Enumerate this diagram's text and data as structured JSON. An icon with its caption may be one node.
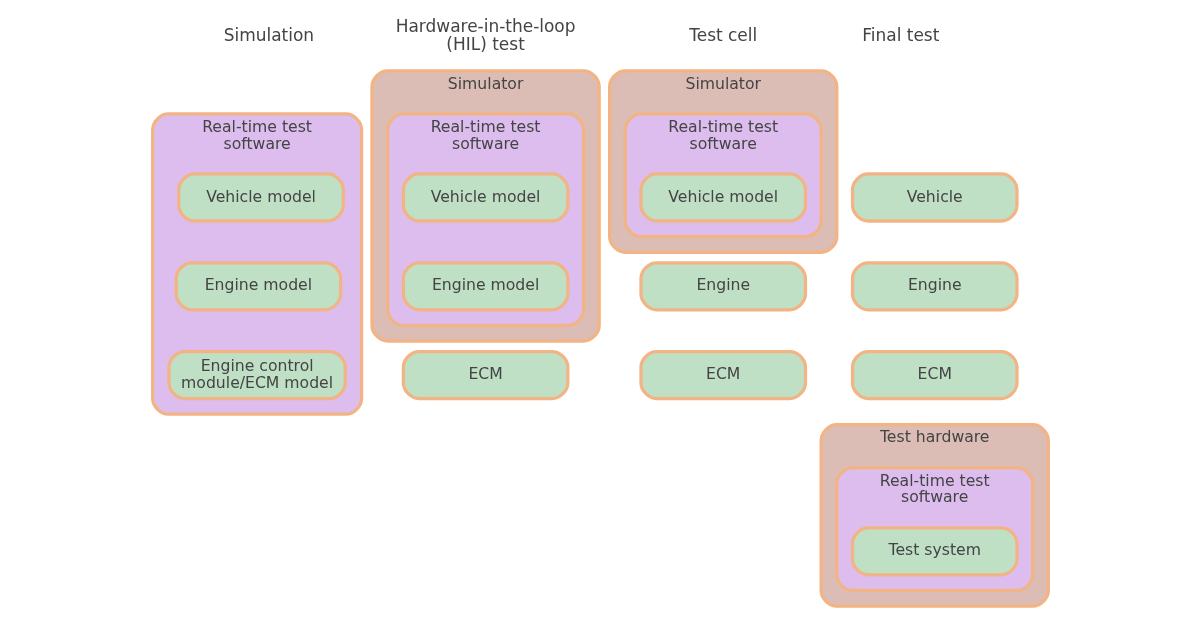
{
  "diagram": {
    "nodes": [
      {
        "text": [
          "Real-time test software"
        ]
      },
      {
        "text": [
          "Vehicle model"
        ],
        "in": 0
      },
      {
        "text": [
          "Engine model"
        ],
        "in": 0
      },
      {
        "text": [
          "Engine control module/ECM model"
        ],
        "in": 0
      },
      {
        "text": [
          "Simulator"
        ]
      },
      {
        "text": [
          "Real-time test software"
        ],
        "in": 4
      },
      {
        "text": [
          "Vehicle model"
        ],
        "in": 5
      },
      {
        "text": [
          "Engine model"
        ],
        "in": 5
      },
      {
        "text": [
          "ECM"
        ]
      },
      {
        "text": [
          "Simulator"
        ]
      },
      {
        "text": [
          "Real-time test software"
        ],
        "in": 9
      },
      {
        "text": [
          "Vehicle model"
        ],
        "in": 10
      },
      {
        "text": [
          "Engine"
        ]
      },
      {
        "text": [
          "ECM"
        ]
      },
      {
        "text": [
          "Vehicle"
        ]
      },
      {
        "text": [
          "Engine"
        ]
      },
      {
        "text": [
          "ECM"
        ]
      },
      {
        "text": [
          "Test hardware"
        ]
      },
      {
        "text": [
          "Real-time test software"
        ],
        "in": 17
      },
      {
        "text": [
          "Test system"
        ],
        "in": 18
      }
    ],
    "labels": [
      "Simulation",
      "Hardware-in-the-loop (HIL) test",
      "Test cell",
      "Final test"
    ]
  }
}
